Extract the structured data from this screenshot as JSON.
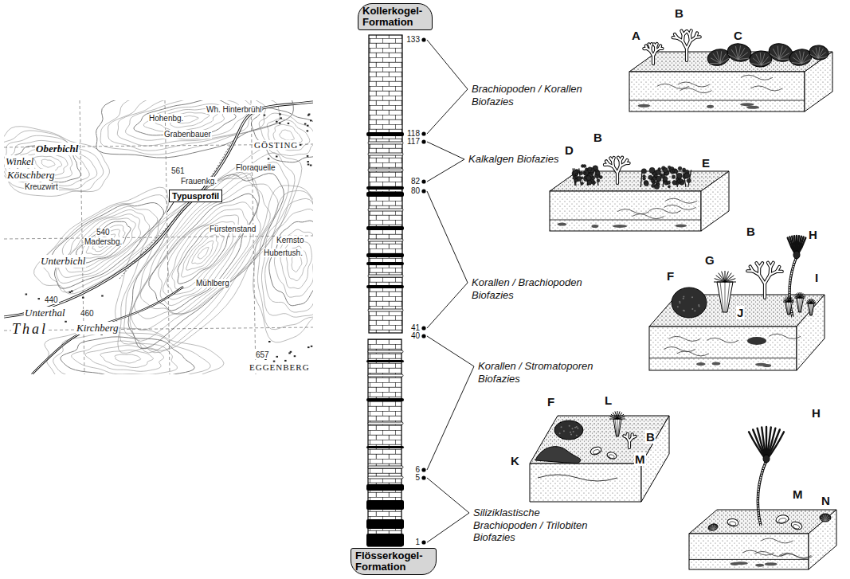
{
  "diagram": {
    "nodes": [
      {
        "text": [
          "Typusprofil"
        ]
      },
      {
        "text": [
          "Kollerkogel-Formation"
        ]
      },
      {
        "text": [
          "Flösserkogel-Formation"
        ]
      }
    ],
    "labels": [
      "Hohenbg.",
      "Wh. Hinterbrühl",
      "Grabenbauer",
      "GÖSTING",
      "Winkel",
      "Oberbichl",
      "Kötschberg",
      "Kreuzwirt",
      "Frauenkg.",
      "561",
      "Floraquelle",
      "Fürstenstand",
      "Madersbg.",
      "540",
      "Unterbichl",
      "Kernsto",
      "Hubertush.",
      "Mühlberg",
      "440",
      "Unterthal",
      "460",
      "Thal",
      "Kirchberg",
      "657",
      "EGGENBERG",
      "133",
      "118",
      "117",
      "82",
      "80",
      "41",
      "40",
      "6",
      "5",
      "1",
      "Brachiopoden / Korallen Biofazies",
      "Kalkalgen Biofazies",
      "Korallen / Brachiopoden Biofazies",
      "Korallen / Stromatoporen Biofazies",
      "Siliziklastische Brachiopoden / Trilobiten Biofazies",
      "A",
      "B",
      "C",
      "D",
      "B",
      "E",
      "F",
      "G",
      "B",
      "H",
      "I",
      "J",
      "K",
      "F",
      "L",
      "M",
      "B",
      "H",
      "M",
      "N"
    ]
  }
}
